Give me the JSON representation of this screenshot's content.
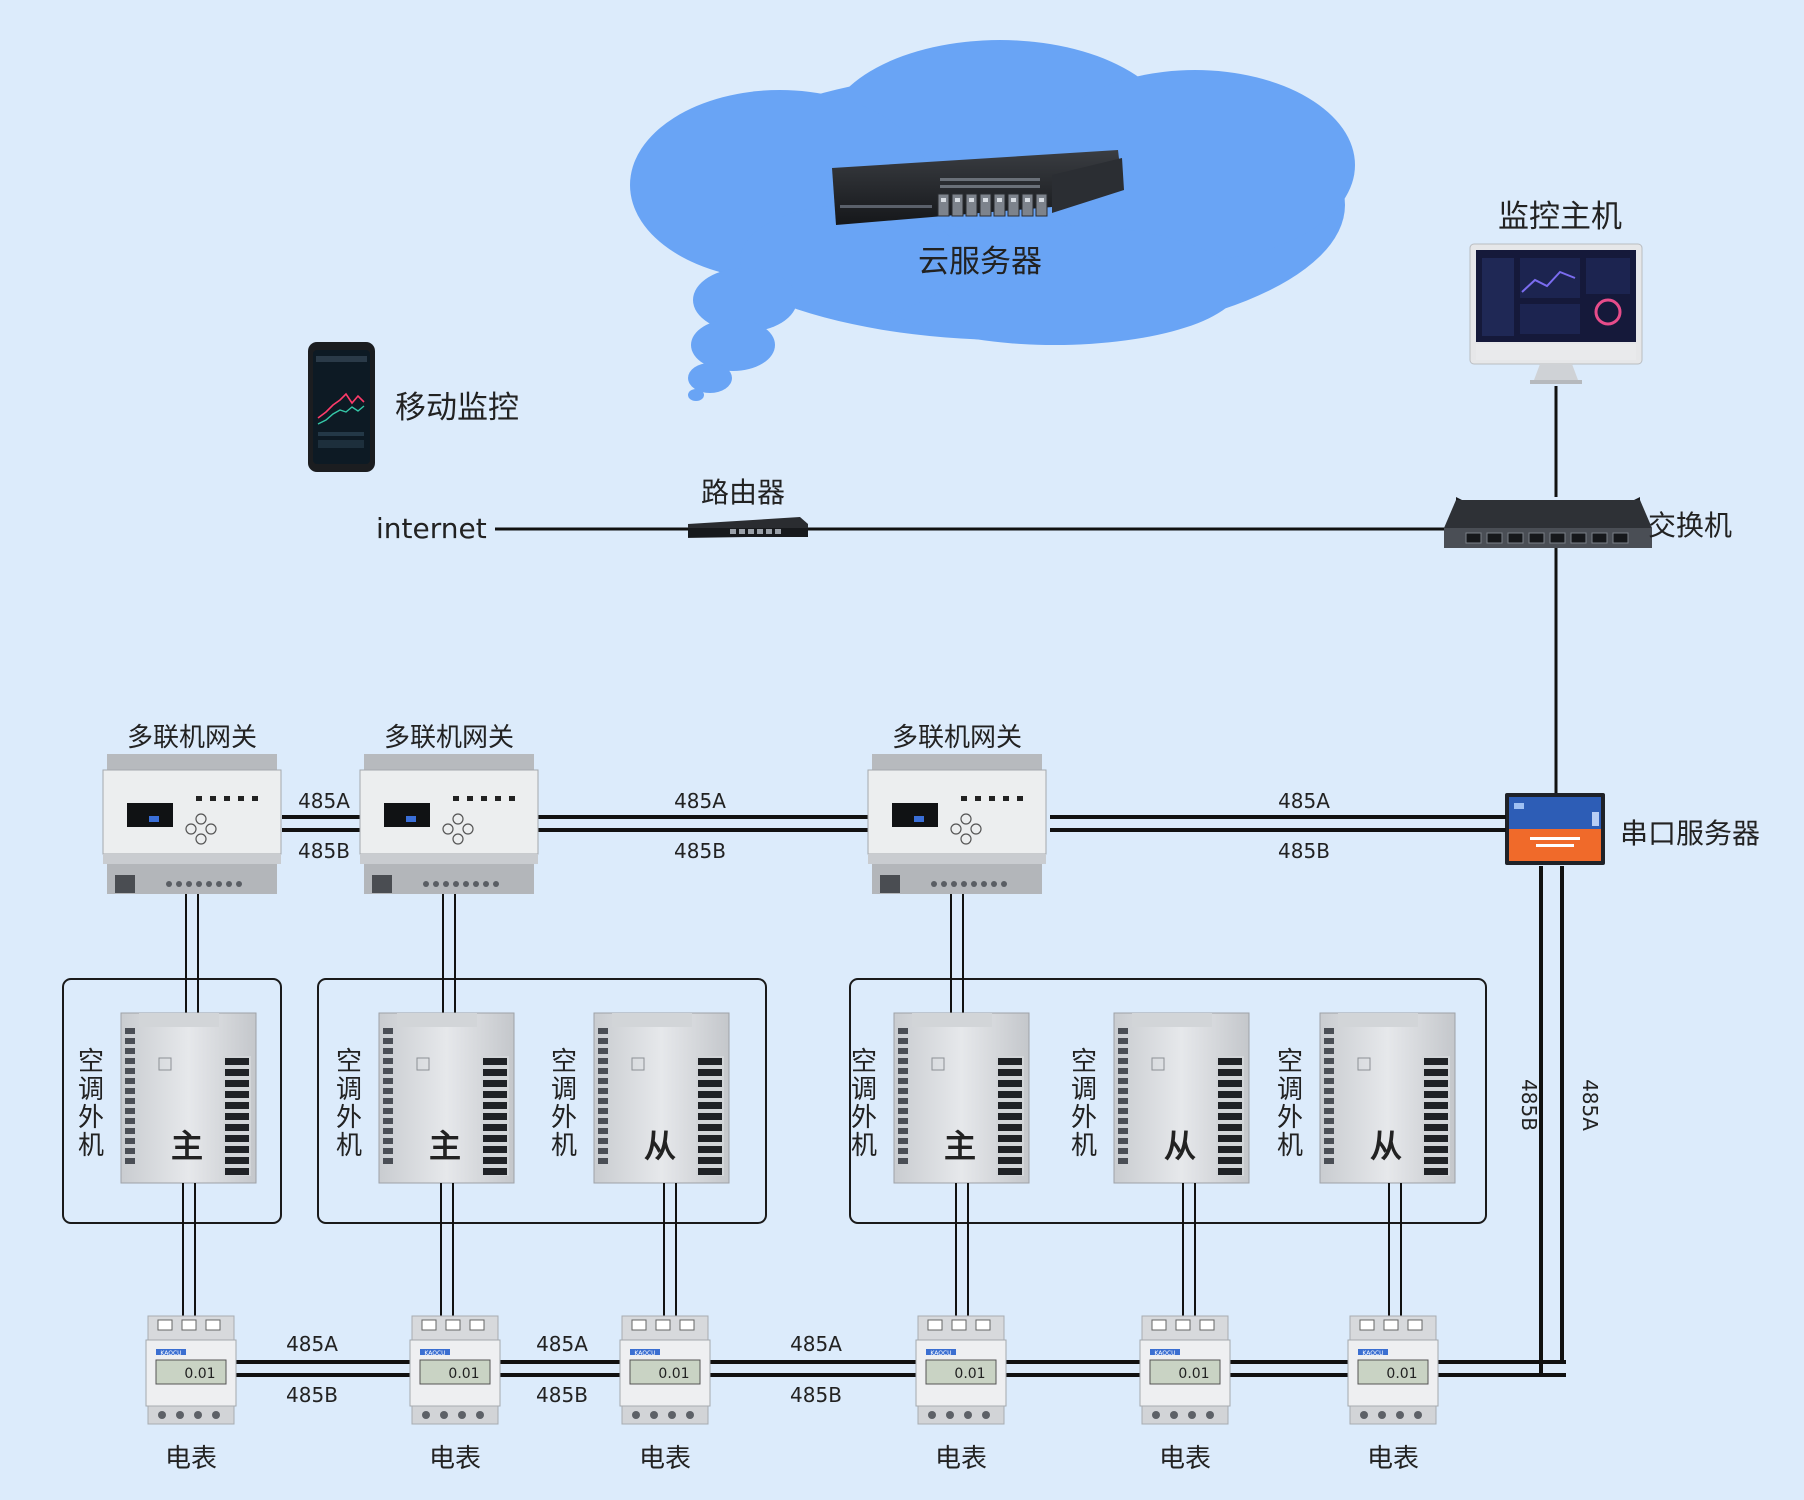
{
  "colors": {
    "background": "#dcebfb",
    "cloud": "#69a4f5",
    "line": "#111111",
    "unit_body": "#d8dadd",
    "converter_blue": "#2d5db6",
    "converter_orange": "#f06a2a"
  },
  "cloud": {
    "server_label": "云服务器",
    "icon": "rack-server-icon"
  },
  "mobile": {
    "label": "移动监控",
    "icon": "smartphone-icon"
  },
  "monitor_host": {
    "label": "监控主机",
    "icon": "desktop-monitor-icon"
  },
  "network": {
    "internet_label": "internet",
    "router_label": "路由器",
    "switch_label": "交换机",
    "serial_server_label": "串口服务器"
  },
  "gateways": [
    {
      "label": "多联机网关"
    },
    {
      "label": "多联机网关"
    },
    {
      "label": "多联机网关"
    }
  ],
  "bus_labels": {
    "a": "485A",
    "b": "485B"
  },
  "ac_unit_label_chars": [
    "空",
    "调",
    "外",
    "机"
  ],
  "ac_units": [
    {
      "role": "主"
    },
    {
      "role": "主"
    },
    {
      "role": "从"
    },
    {
      "role": "主"
    },
    {
      "role": "从"
    },
    {
      "role": "从"
    }
  ],
  "meters": [
    {
      "label": "电表"
    },
    {
      "label": "电表"
    },
    {
      "label": "电表"
    },
    {
      "label": "电表"
    },
    {
      "label": "电表"
    },
    {
      "label": "电表"
    }
  ],
  "meter_display_value": "0.01",
  "meter_brand": "KAOCU"
}
